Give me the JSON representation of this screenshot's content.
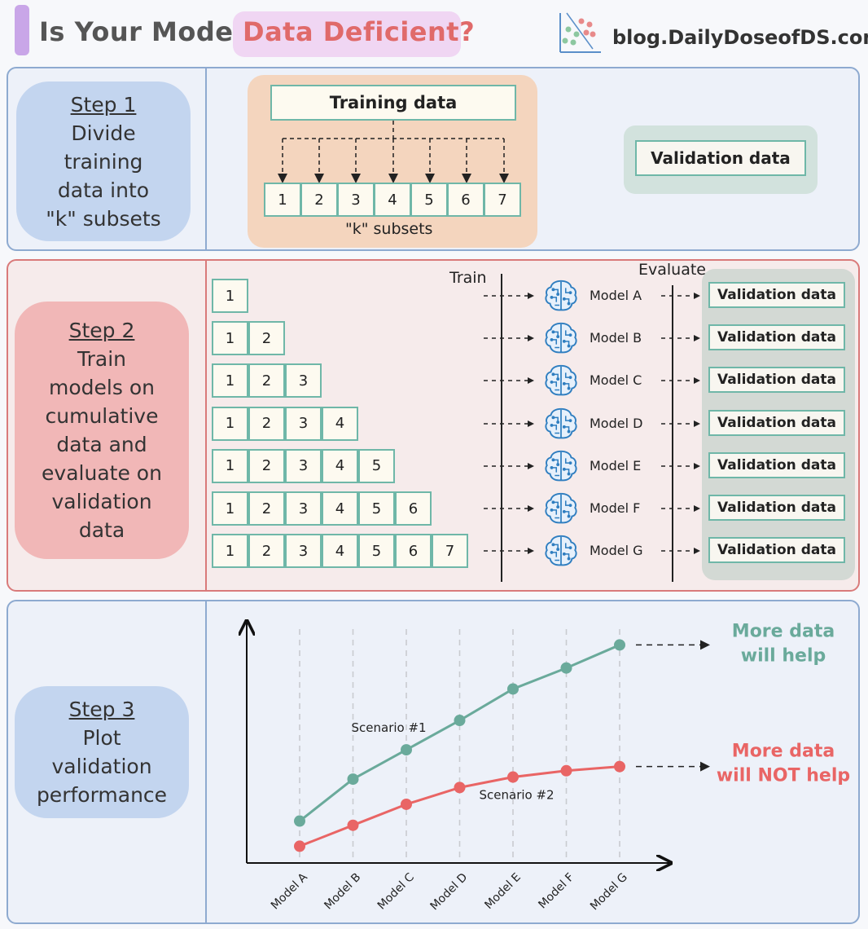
{
  "header": {
    "title_prefix": "Is Your Model",
    "title_highlight": "Data Deficient?",
    "blog": "blog.DailyDoseofDS.com",
    "logo_icon": "scatter-classification-icon"
  },
  "step1": {
    "title": "Step 1",
    "desc": [
      "Divide",
      "training",
      "data into",
      "\"k\" subsets"
    ],
    "training_label": "Training data",
    "subsets": [
      "1",
      "2",
      "3",
      "4",
      "5",
      "6",
      "7"
    ],
    "subsets_caption": "\"k\" subsets",
    "validation_label": "Validation data"
  },
  "step2": {
    "title": "Step 2",
    "desc": [
      "Train",
      "models on",
      "cumulative",
      "data and",
      "evaluate on",
      "validation",
      "data"
    ],
    "train_label": "Train",
    "evaluate_label": "Evaluate",
    "rows": [
      {
        "subsets": [
          "1"
        ],
        "model": "Model A",
        "validation": "Validation data"
      },
      {
        "subsets": [
          "1",
          "2"
        ],
        "model": "Model B",
        "validation": "Validation data"
      },
      {
        "subsets": [
          "1",
          "2",
          "3"
        ],
        "model": "Model C",
        "validation": "Validation data"
      },
      {
        "subsets": [
          "1",
          "2",
          "3",
          "4"
        ],
        "model": "Model D",
        "validation": "Validation data"
      },
      {
        "subsets": [
          "1",
          "2",
          "3",
          "4",
          "5"
        ],
        "model": "Model E",
        "validation": "Validation data"
      },
      {
        "subsets": [
          "1",
          "2",
          "3",
          "4",
          "5",
          "6"
        ],
        "model": "Model F",
        "validation": "Validation data"
      },
      {
        "subsets": [
          "1",
          "2",
          "3",
          "4",
          "5",
          "6",
          "7"
        ],
        "model": "Model G",
        "validation": "Validation data"
      }
    ],
    "model_icon": "brain-circuit-icon"
  },
  "step3": {
    "title": "Step 3",
    "desc": [
      "Plot",
      "validation",
      "performance"
    ]
  },
  "chart_data": {
    "type": "line",
    "categories": [
      "Model A",
      "Model B",
      "Model C",
      "Model D",
      "Model E",
      "Model F",
      "Model G"
    ],
    "series": [
      {
        "name": "Scenario #1",
        "color": "#6aaa9b",
        "values": [
          0.2,
          0.4,
          0.54,
          0.68,
          0.83,
          0.93,
          1.04
        ]
      },
      {
        "name": "Scenario #2",
        "color": "#e96565",
        "values": [
          0.08,
          0.18,
          0.28,
          0.36,
          0.41,
          0.44,
          0.46
        ]
      }
    ],
    "annotations": [
      {
        "text": [
          "More data",
          "will help"
        ],
        "color": "#6aaa9b"
      },
      {
        "text": [
          "More data",
          "will NOT help"
        ],
        "color": "#e96565"
      }
    ],
    "ylim": [
      0,
      1.1
    ],
    "grid": "vertical-dashed",
    "xlabel": "",
    "ylabel": ""
  }
}
